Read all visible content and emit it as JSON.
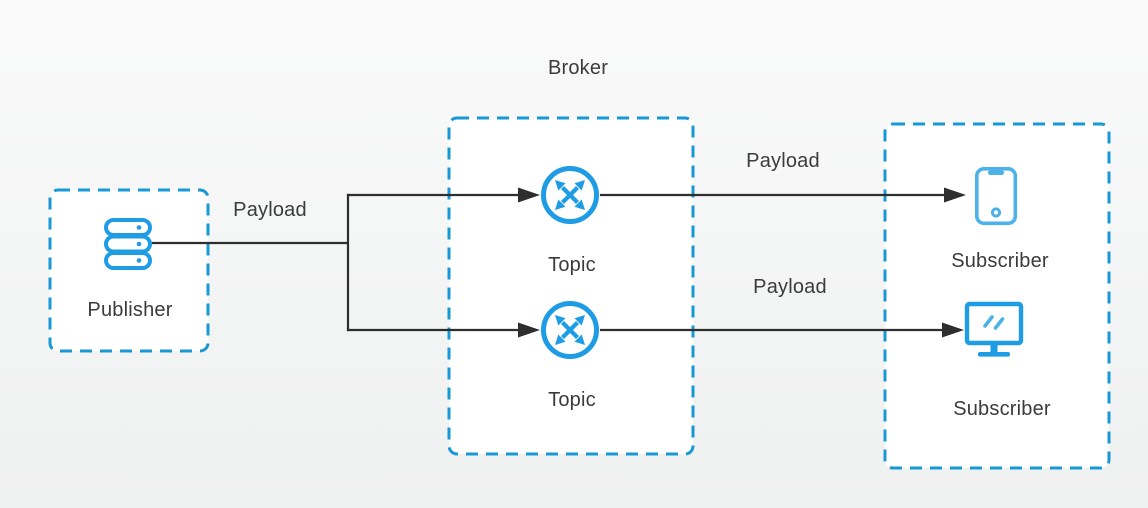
{
  "diagram_type": "publish-subscribe-message-flow",
  "groups": {
    "publisher_box": {
      "contains": [
        "publisher"
      ]
    },
    "broker_box": {
      "label": "Broker",
      "contains": [
        "topic1",
        "topic2"
      ]
    },
    "subscriber_box": {
      "contains": [
        "subscriber1",
        "subscriber2"
      ]
    }
  },
  "nodes": {
    "publisher": {
      "label": "Publisher",
      "icon": "database-stack-icon"
    },
    "topic1": {
      "label": "Topic",
      "icon": "router-icon"
    },
    "topic2": {
      "label": "Topic",
      "icon": "router-icon"
    },
    "subscriber1": {
      "label": "Subscriber",
      "icon": "smartphone-icon"
    },
    "subscriber2": {
      "label": "Subscriber",
      "icon": "monitor-icon"
    }
  },
  "edges": [
    {
      "from": "publisher",
      "to": [
        "topic1",
        "topic2"
      ],
      "label": "Payload"
    },
    {
      "from": "topic1",
      "to": "subscriber1",
      "label": "Payload"
    },
    {
      "from": "topic2",
      "to": "subscriber2",
      "label": "Payload"
    }
  ],
  "colors": {
    "group_border_blue": "#1899d6",
    "icon_blue": "#1e9ce4",
    "icon_blue_light": "#4db2e9",
    "connector_dark": "#2e2e2e",
    "text": "#3b3b3b",
    "canvas_bg": "#f5f6f6",
    "box_fill": "#ffffff"
  }
}
